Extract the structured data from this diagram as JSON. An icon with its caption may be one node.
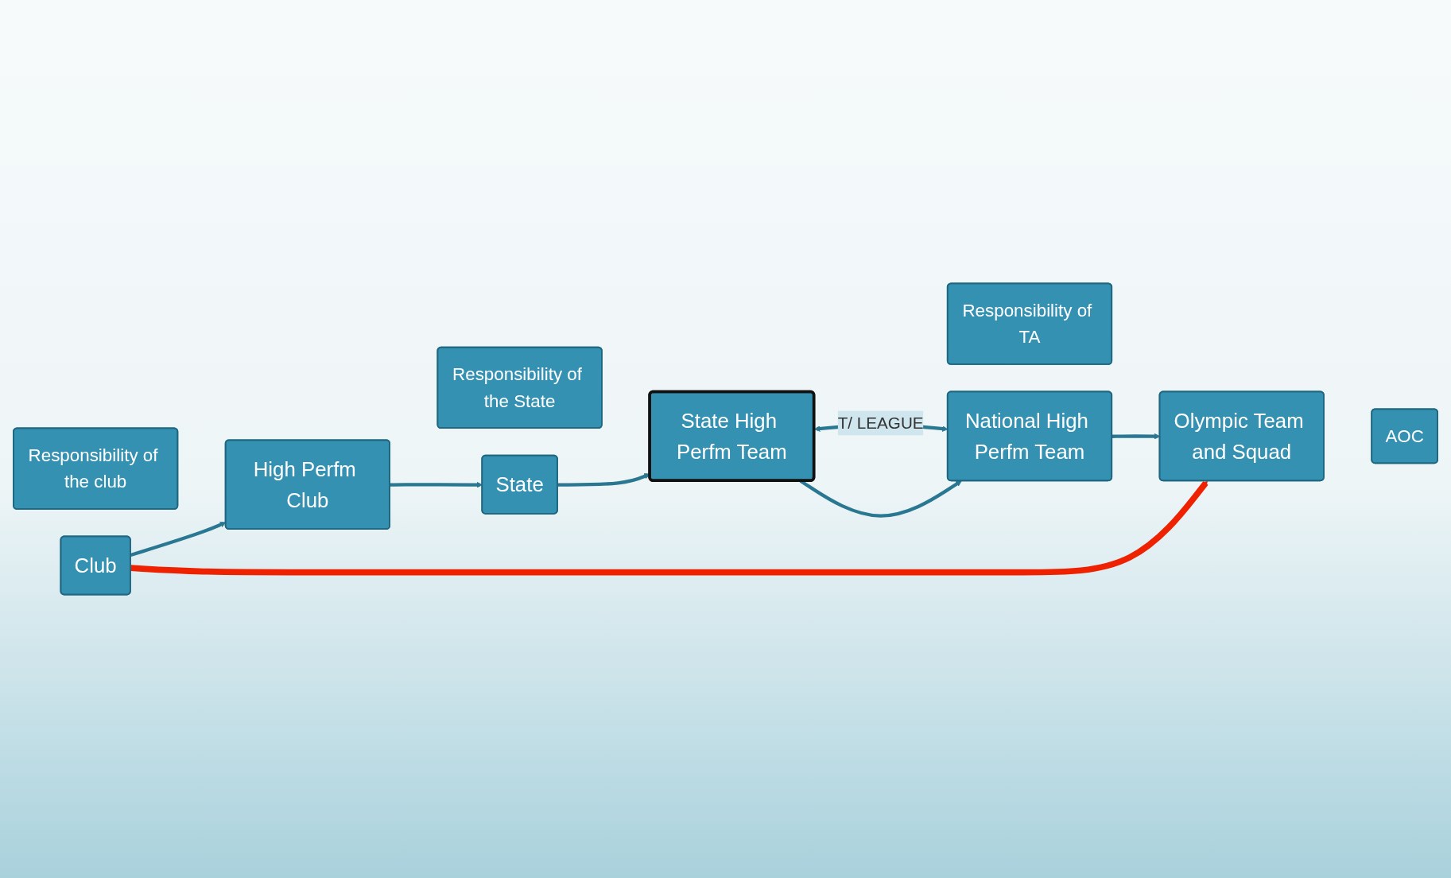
{
  "diagram": {
    "nodes": [
      {
        "text": [
          "Responsibility of the club"
        ]
      },
      {
        "text": [
          "Responsibility of the State"
        ]
      },
      {
        "text": [
          "Responsibility of TA"
        ]
      },
      {
        "text": [
          "AOC"
        ]
      },
      {
        "text": [
          "Club"
        ]
      },
      {
        "text": [
          "High Perfm Club"
        ]
      },
      {
        "text": [
          "State"
        ]
      },
      {
        "text": [
          "State High Perfm Team"
        ]
      },
      {
        "text": [
          "National High Perfm Team"
        ]
      },
      {
        "text": [
          "Olympic Team and Squad"
        ]
      }
    ],
    "edges": [
      {
        "from": 4,
        "to": 5,
        "arrow": "to"
      },
      {
        "from": 5,
        "to": 6,
        "arrow": "to"
      },
      {
        "from": 6,
        "to": 7,
        "arrow": "to"
      },
      {
        "from": 7,
        "to": 8,
        "arrow": "both",
        "label": "T/ LEAGUE"
      },
      {
        "from": 7,
        "to": 8,
        "arrow": "to"
      },
      {
        "from": 8,
        "to": 9,
        "arrow": "to"
      },
      {
        "from": 4,
        "to": 9,
        "arrow": "to",
        "style": "thick",
        "color": "#ee2200"
      }
    ]
  }
}
